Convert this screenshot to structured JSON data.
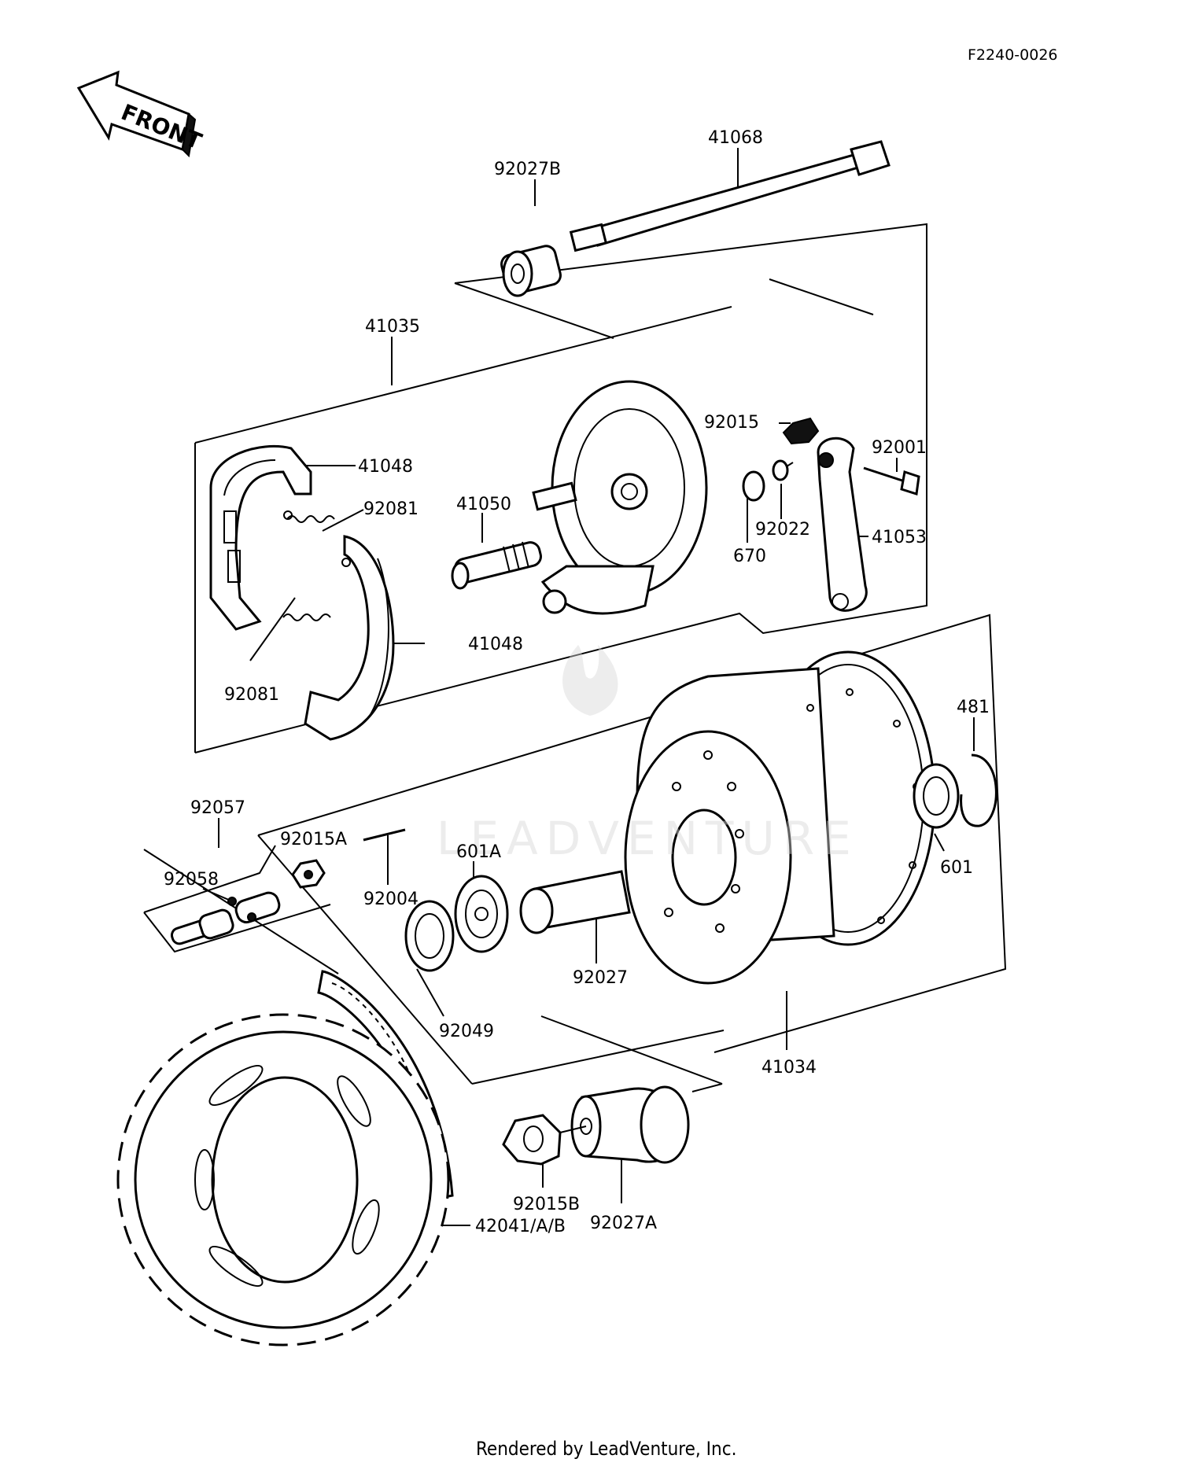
{
  "document": {
    "code": "F2240-0026",
    "front_label": "FRONT",
    "footer": "Rendered by LeadVenture, Inc.",
    "watermark": "LEADVENTURE"
  },
  "parts": {
    "p41068": "41068",
    "p92027B": "92027B",
    "p41035": "41035",
    "p92015": "92015",
    "p92001": "92001",
    "p41048a": "41048",
    "p92081a": "92081",
    "p41050": "41050",
    "p92022": "92022",
    "p670": "670",
    "p41053": "41053",
    "p41048b": "41048",
    "p92081b": "92081",
    "p481": "481",
    "p92057": "92057",
    "p92015A": "92015A",
    "p601A": "601A",
    "p601": "601",
    "p92058": "92058",
    "p92004": "92004",
    "p92027": "92027",
    "p92049": "92049",
    "p41034": "41034",
    "p92015B": "92015B",
    "p92027A": "92027A",
    "p42041": "42041/A/B"
  }
}
